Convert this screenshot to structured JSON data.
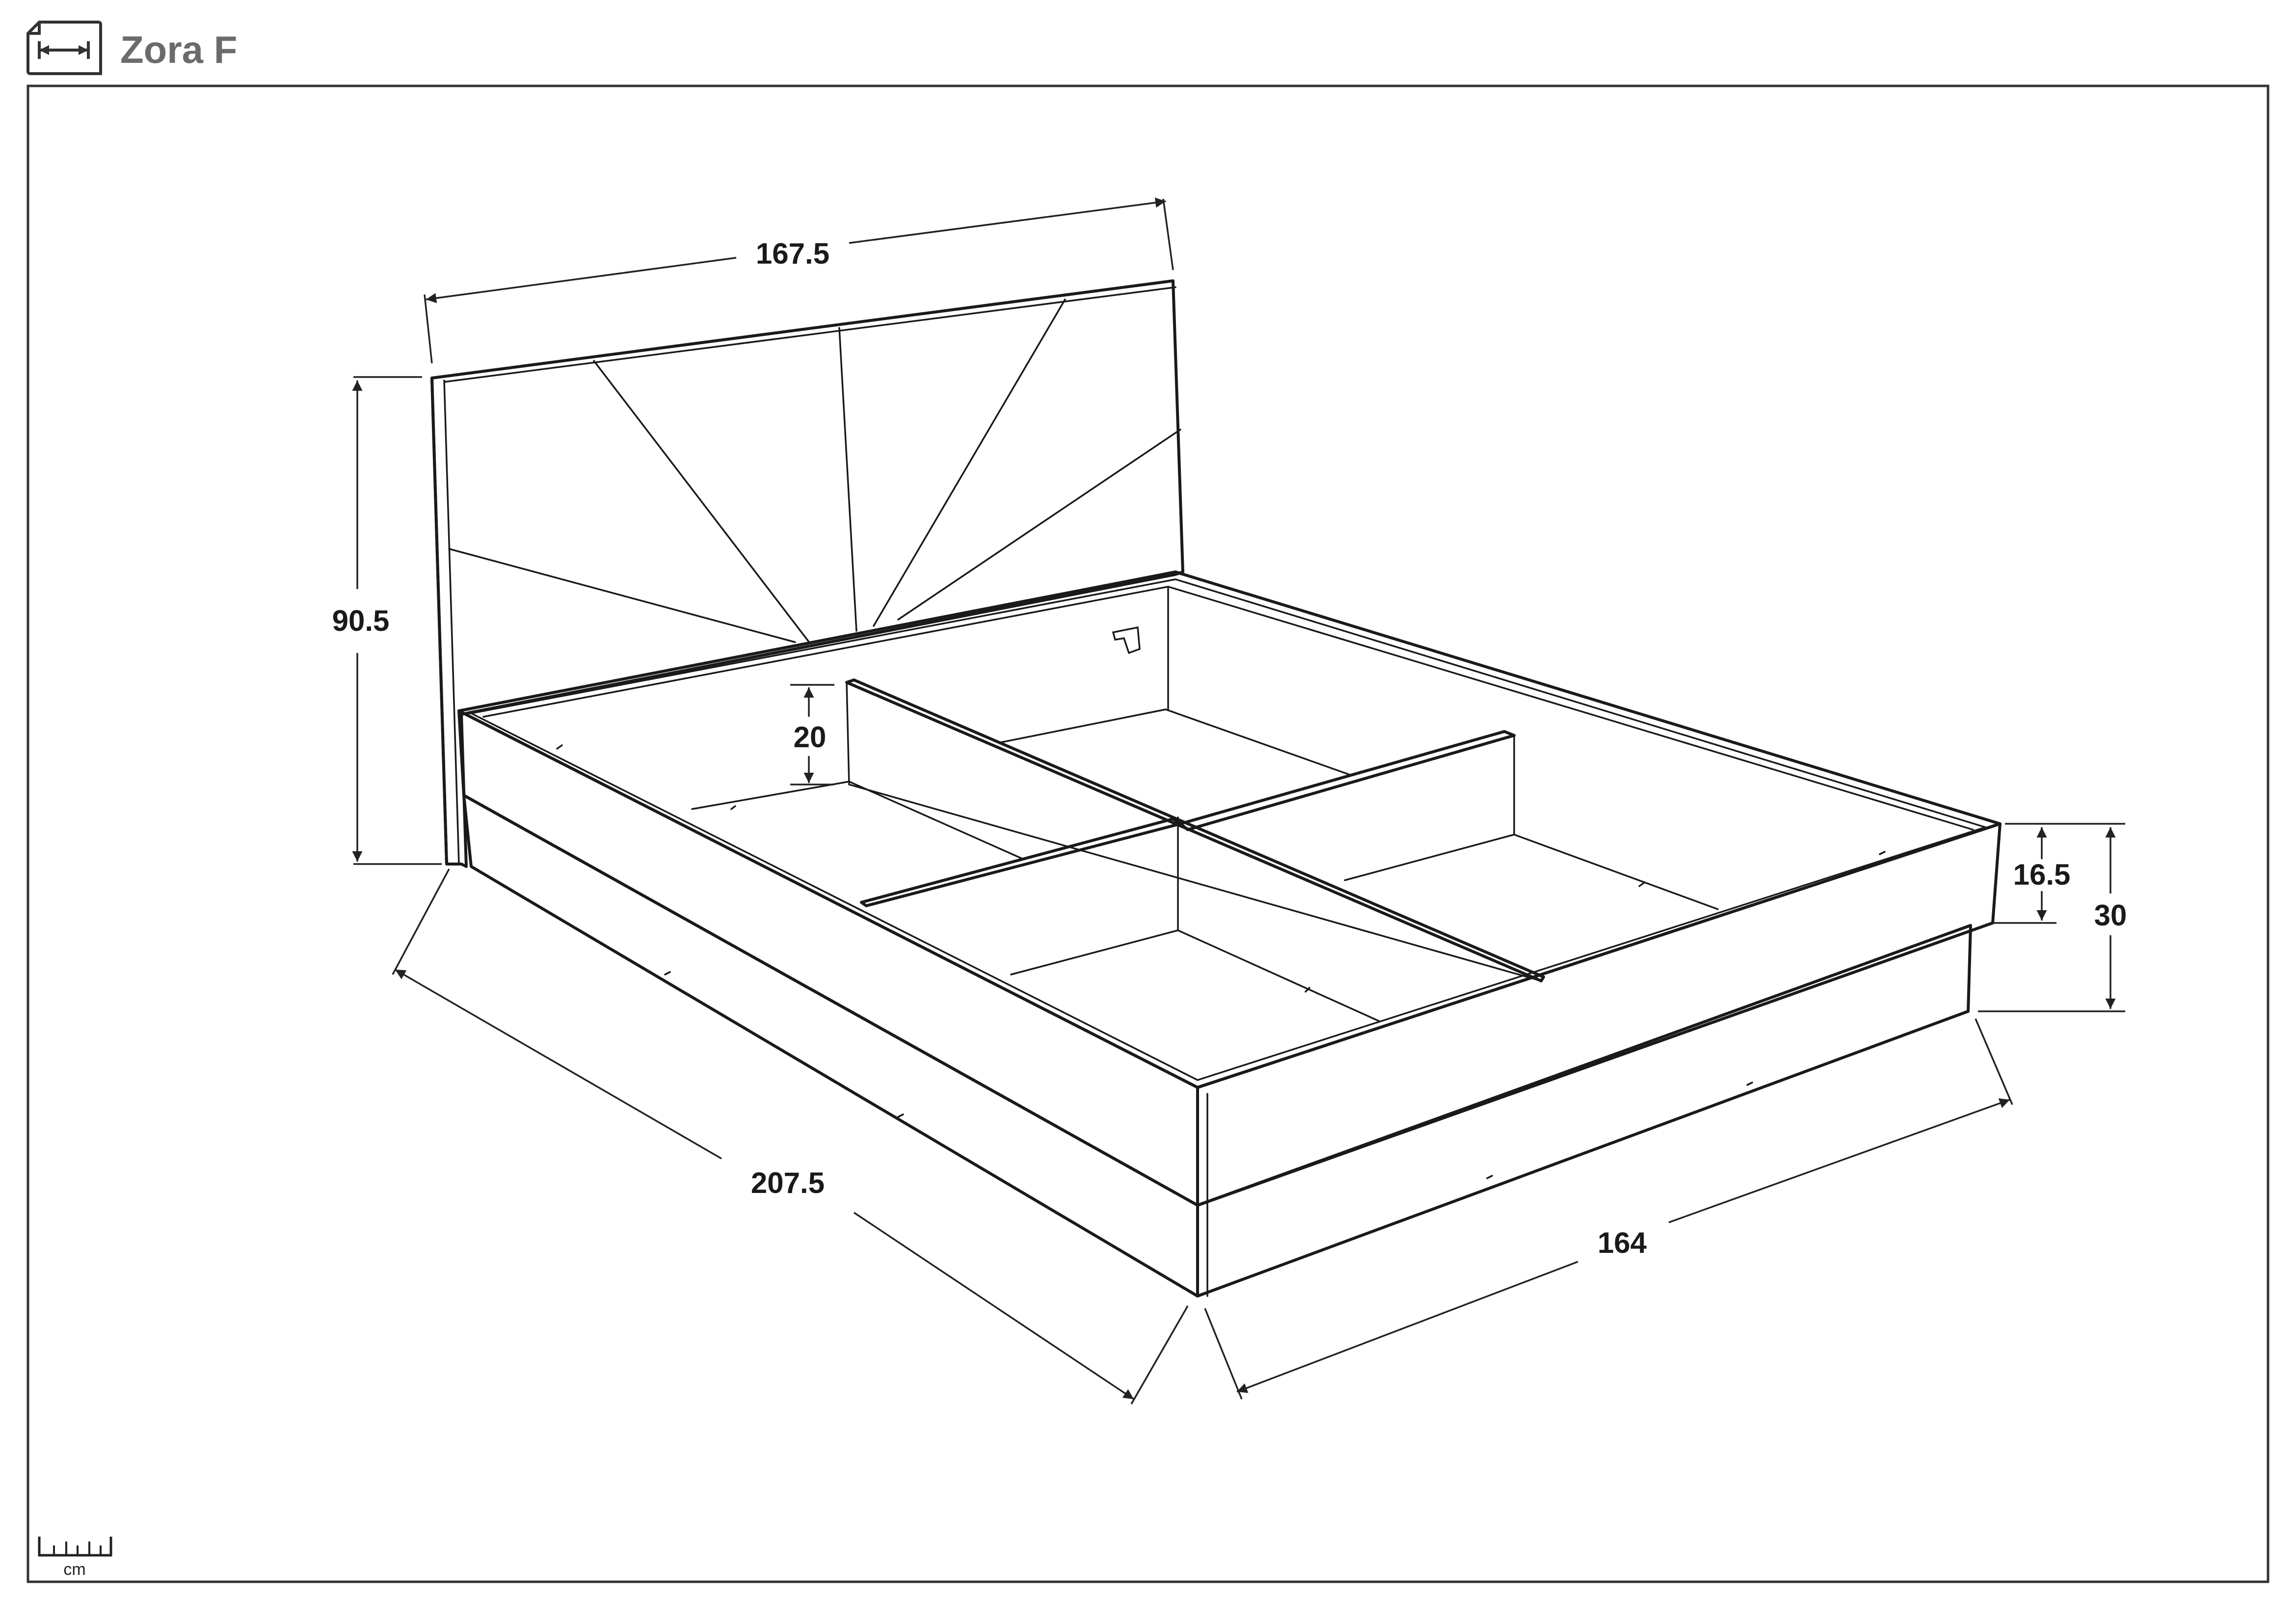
{
  "header": {
    "title": "Zora F",
    "icon": "dimension-ruler-icon"
  },
  "dimensions": {
    "headboard_width": "167.5",
    "headboard_height": "90.5",
    "bed_length": "207.5",
    "bed_width": "164",
    "total_height": "30",
    "frame_height": "16.5",
    "compartment_depth": "20"
  },
  "footer": {
    "unit_label": "cm",
    "icon": "scale-ruler-icon"
  }
}
